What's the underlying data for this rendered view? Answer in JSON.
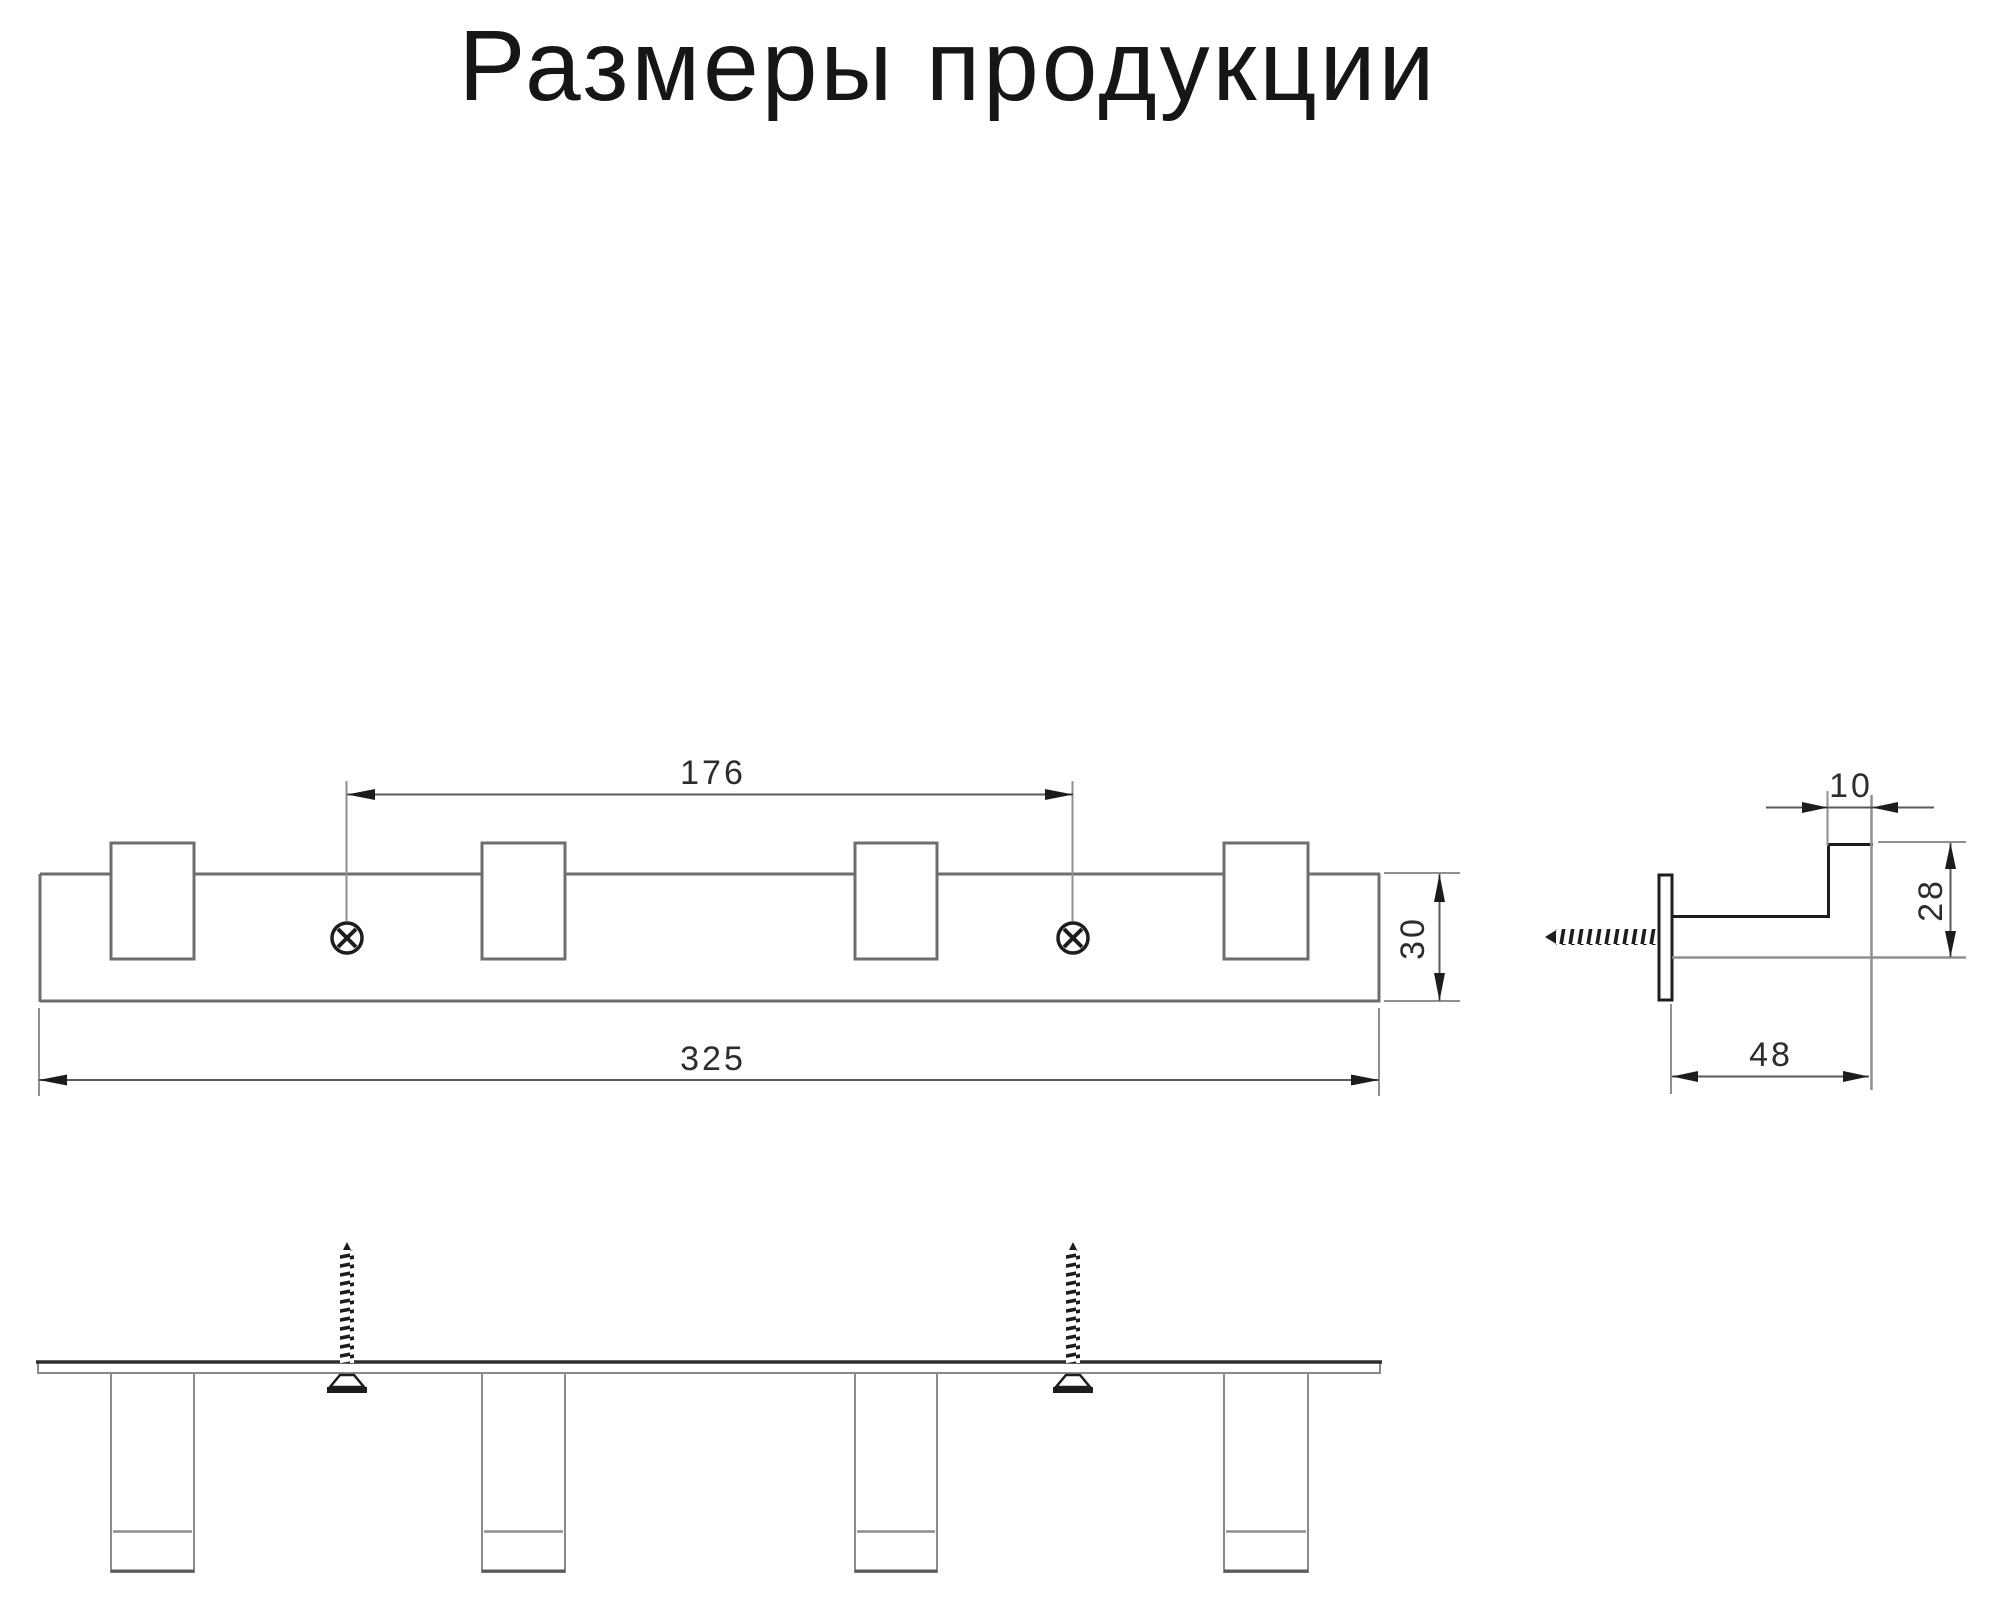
{
  "title": "Размеры продукции",
  "front_view": {
    "hole_spacing": "176",
    "total_length": "325",
    "rail_height": "30"
  },
  "side_view": {
    "hook_thickness": "10",
    "hook_post_height": "28",
    "hook_depth": "48"
  },
  "colors": {
    "background": "#ffffff",
    "dark_line": "#1d1d1d",
    "mid_line": "#6e6e6e",
    "light_line": "#8f8f8f"
  }
}
